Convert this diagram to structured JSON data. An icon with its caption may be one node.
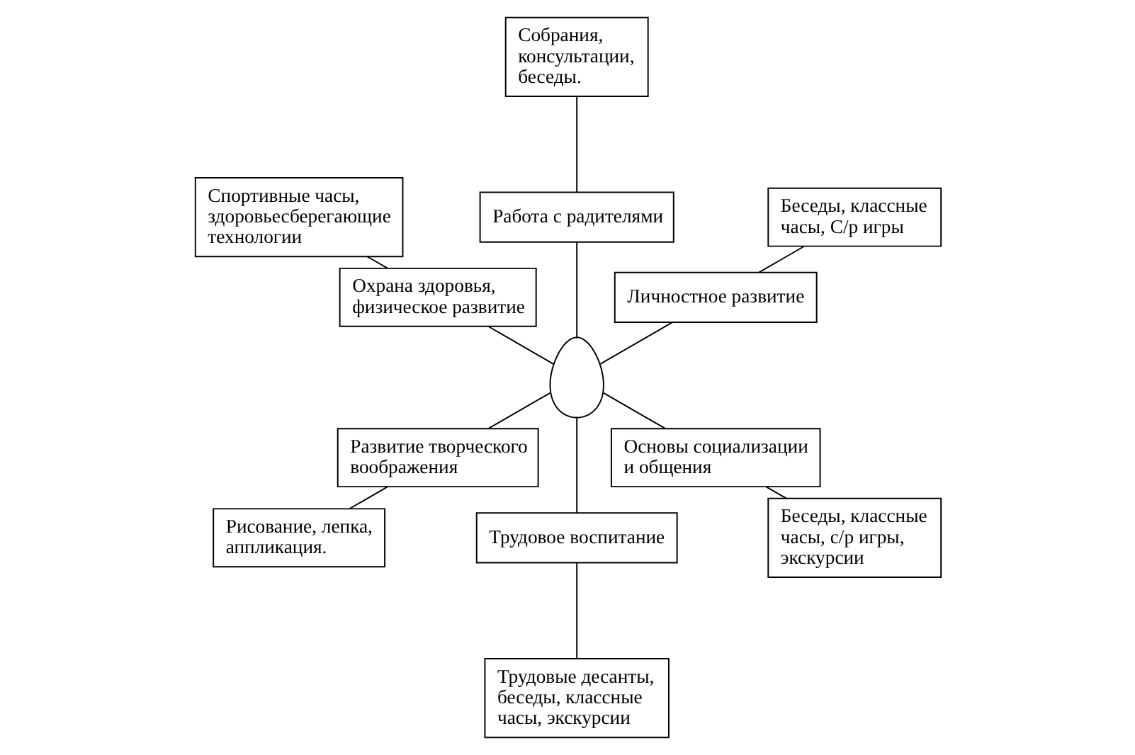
{
  "diagram": {
    "nodes": [
      {
        "text": [
          "Беседы, классные часы, С/р игры"
        ]
      },
      {
        "text": [
          "Собрания, консультации, беседы."
        ]
      },
      {
        "text": [
          "Спортивные часы, здоровьесберегающие технологии"
        ]
      },
      {
        "text": [
          "Личностное развитие"
        ]
      },
      {
        "text": [
          "Работа с радителями"
        ]
      },
      {
        "text": [
          "Охрана здоровья, физическое развитие"
        ]
      },
      {
        "text": [],
        "shape": "person"
      },
      {
        "text": [
          "Развитие творческого воображения"
        ]
      },
      {
        "text": [
          "Трудовое воспитание"
        ]
      },
      {
        "text": [
          "Основы социализации и общения"
        ]
      },
      {
        "text": [
          "Рисование, лепка, аппликация."
        ]
      },
      {
        "text": [
          "Трудовые десанты, беседы, классные часы, экскурсии"
        ]
      },
      {
        "text": [
          "Беседы, классные часы, с/р игры, экскурсии"
        ]
      }
    ],
    "edges": [
      {
        "from": 6,
        "to": 3,
        "arrow": "none"
      },
      {
        "from": 6,
        "to": 4,
        "arrow": "none"
      },
      {
        "from": 6,
        "to": 5,
        "arrow": "none"
      },
      {
        "from": 6,
        "to": 7,
        "arrow": "none"
      },
      {
        "from": 6,
        "to": 9,
        "arrow": "none"
      },
      {
        "from": 6,
        "to": 8,
        "arrow": "none"
      },
      {
        "from": 3,
        "to": 0,
        "arrow": "none"
      },
      {
        "from": 4,
        "to": 1,
        "arrow": "none"
      },
      {
        "from": 5,
        "to": 2,
        "arrow": "none"
      },
      {
        "from": 7,
        "to": 10,
        "arrow": "none"
      },
      {
        "from": 9,
        "to": 12,
        "arrow": "none"
      },
      {
        "from": 8,
        "to": 11,
        "arrow": "none"
      }
    ]
  }
}
